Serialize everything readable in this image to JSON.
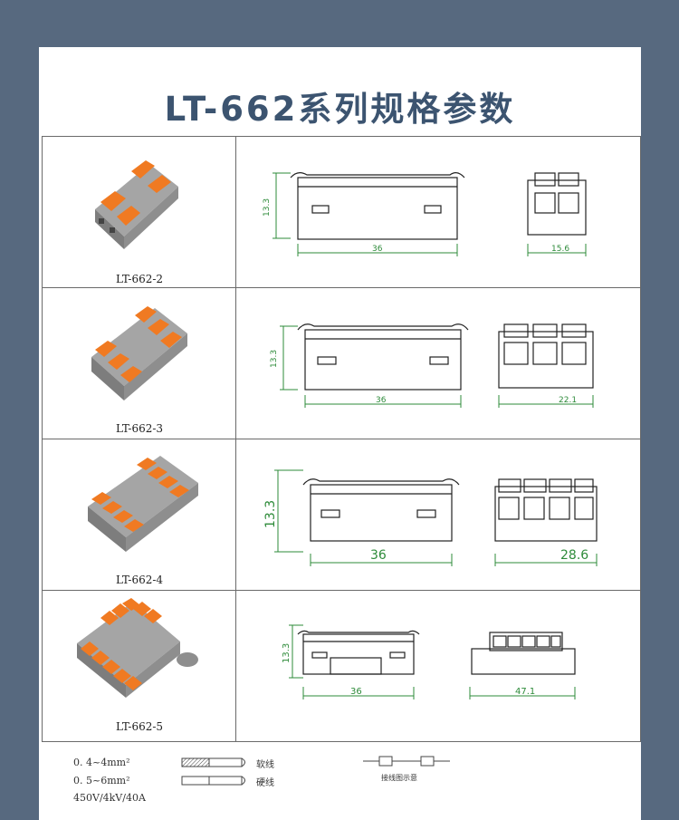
{
  "title": "LT-662系列规格参数",
  "rows": [
    {
      "model": "LT-662-2",
      "height": "13.3",
      "width": "36",
      "depth": "15.6"
    },
    {
      "model": "LT-662-3",
      "height": "13.3",
      "width": "36",
      "depth": "22.1"
    },
    {
      "model": "LT-662-4",
      "height": "13.3",
      "width": "36",
      "depth": "28.6"
    },
    {
      "model": "LT-662-5",
      "height": "13.3",
      "width": "36",
      "depth": "47.1"
    }
  ],
  "legend": {
    "range1": "0. 4~4mm²",
    "range2": "0. 5~6mm²",
    "rating": "450V/4kV/40A",
    "soft_wire": "软线",
    "hard_wire": "硬线",
    "wiring_diagram": "接线图示意"
  },
  "colors": {
    "frame": "#57697f",
    "title": "#3c5470",
    "orange": "#f07a22",
    "body": "#9a9a9a",
    "dim": "#2e8b3a"
  }
}
